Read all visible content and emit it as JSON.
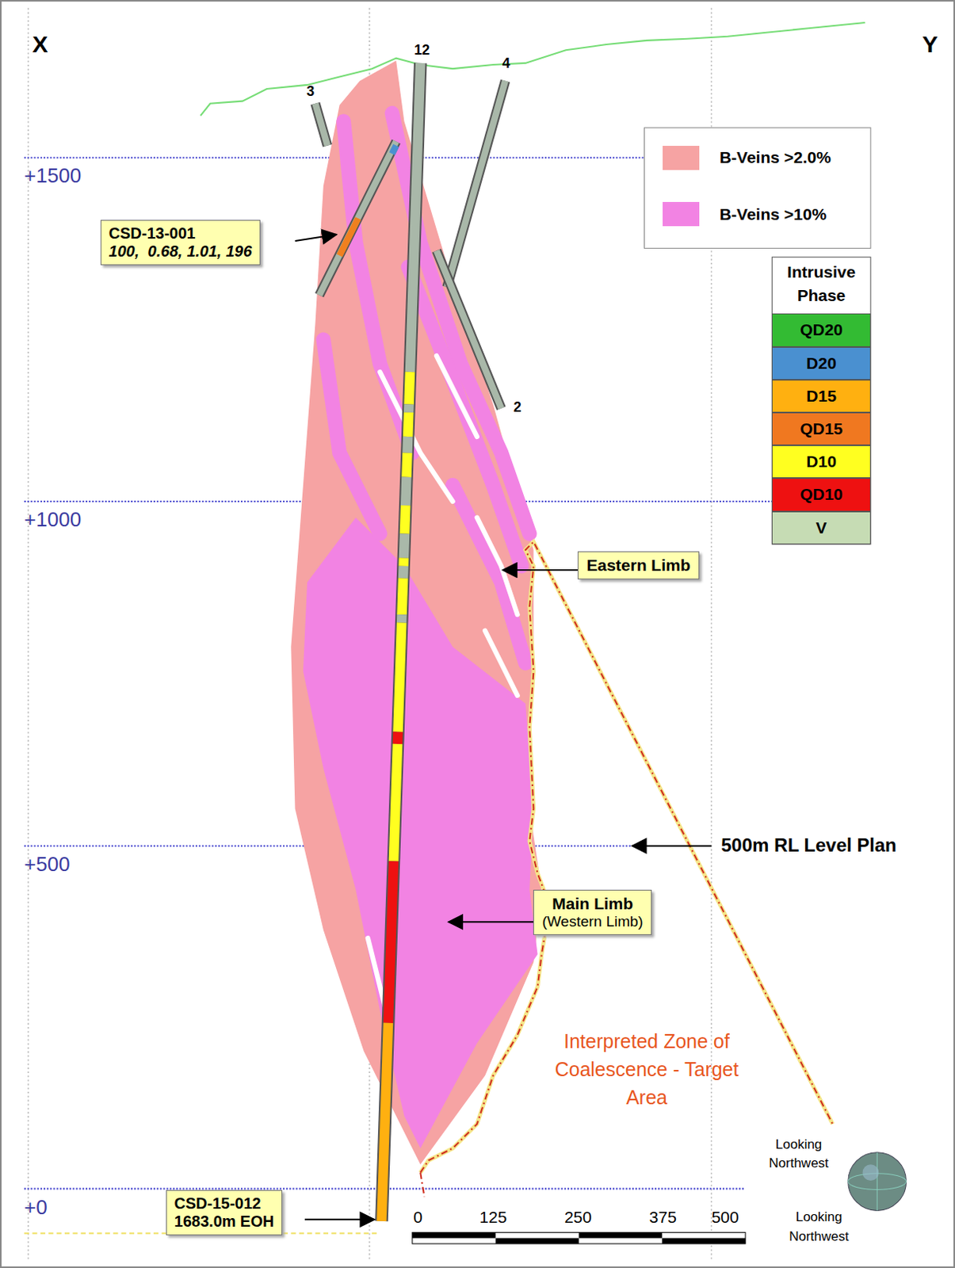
{
  "diagram": {
    "nodes": [
      {
        "text": [
          "CSD-13-001",
          "100,  0.68, 1.01, 196"
        ]
      },
      {
        "text": [
          "Eastern Limb"
        ]
      },
      {
        "text": [
          "Main Limb",
          "(Western Limb)"
        ]
      },
      {
        "text": [
          "CSD-15-012",
          "1683.0m EOH"
        ]
      }
    ],
    "labels": [
      "X",
      "Y",
      "+1500",
      "+1000",
      "+500",
      "+0",
      "12",
      "3",
      "4",
      "2",
      "500m RL Level Plan",
      "Interpreted Zone of Coalescence - Target Area",
      "0",
      "125",
      "250",
      "375",
      "500",
      "Looking Northwest",
      "Looking Northwest",
      "Intrusive Phase"
    ],
    "legend": [
      {
        "text": "B-Veins >2.0%",
        "color": "#f6a3a3"
      },
      {
        "text": "B-Veins >10%",
        "color": "#f283e3"
      },
      {
        "text": "QD20",
        "color": "#33bb33"
      },
      {
        "text": "D20",
        "color": "#4a90d0"
      },
      {
        "text": "D15",
        "color": "#ffb010"
      },
      {
        "text": "QD15",
        "color": "#f07820"
      },
      {
        "text": "D10",
        "color": "#ffff20"
      },
      {
        "text": "QD10",
        "color": "#ee1111"
      },
      {
        "text": "V",
        "color": "#c6dcb4"
      }
    ]
  }
}
